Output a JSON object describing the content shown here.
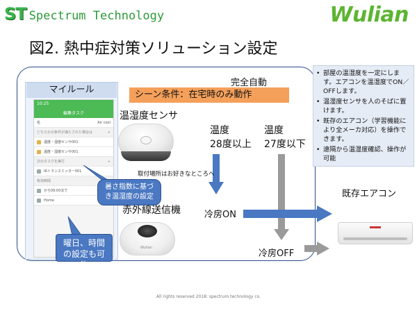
{
  "header": {
    "st_mark": "ST",
    "st_name": "Spectrum Technology",
    "wulian_logo": "Wulian"
  },
  "title": "図2. 熱中症対策ソリューション設定",
  "my_rule": {
    "label": "マイルール",
    "phone": {
      "status_time": "10:25",
      "header_title": "編集タスク",
      "rows": [
        {
          "text": "名",
          "right": "Air cool"
        },
        {
          "text": "どちらかの条件が満たされた場合は",
          "right": "+"
        },
        {
          "text": "温度・湿度センサ001"
        },
        {
          "text": "温度・湿度センサ001"
        },
        {
          "text": "次のタスクを実行",
          "right": "+"
        },
        {
          "text": "IRトランスミッター001"
        },
        {
          "text": "有効時間",
          "right": "+"
        },
        {
          "text": "から09:00まで"
        },
        {
          "text": "Home"
        }
      ]
    },
    "callout_setting": "暑さ指数に基づき温湿度の設定",
    "callout_schedule": "曜日、時間の設定も可能"
  },
  "devices": {
    "sensor_label": "温湿度センサ",
    "sensor_place": "取付場所はお好きなところへ",
    "ir_label": "赤外線送信機",
    "ir_brand": "Wulian"
  },
  "automation": {
    "mode": "完全自動",
    "scene_condition": "シーン条件：在宅時のみ動作",
    "cond_on_line1": "温度",
    "cond_on_line2": "28度以上",
    "cond_off_line1": "温度",
    "cond_off_line2": "27度以下",
    "cool_on": "冷房ON",
    "cool_off": "冷房OFF"
  },
  "notes": [
    "部屋の温湿度を一定にします。エアコンを温湿度でON／OFFします。",
    "温湿度センサを人のそばに置けます。",
    "既存のエアコン（学習機能により全メーカ対応）を操作できます。",
    "遠隔から温湿度確認、操作が可能"
  ],
  "aircon_label": "既存エアコン",
  "copyright": "All rights reserved 2018: spectrum technology co.",
  "colors": {
    "brand_green": "#39b54a",
    "box_border": "#2b4a87",
    "arrow_blue": "#4a78c2",
    "arrow_gray": "#9a9a9a",
    "scene_orange": "#f4a05a",
    "notes_bg": "#e6ecf6"
  }
}
